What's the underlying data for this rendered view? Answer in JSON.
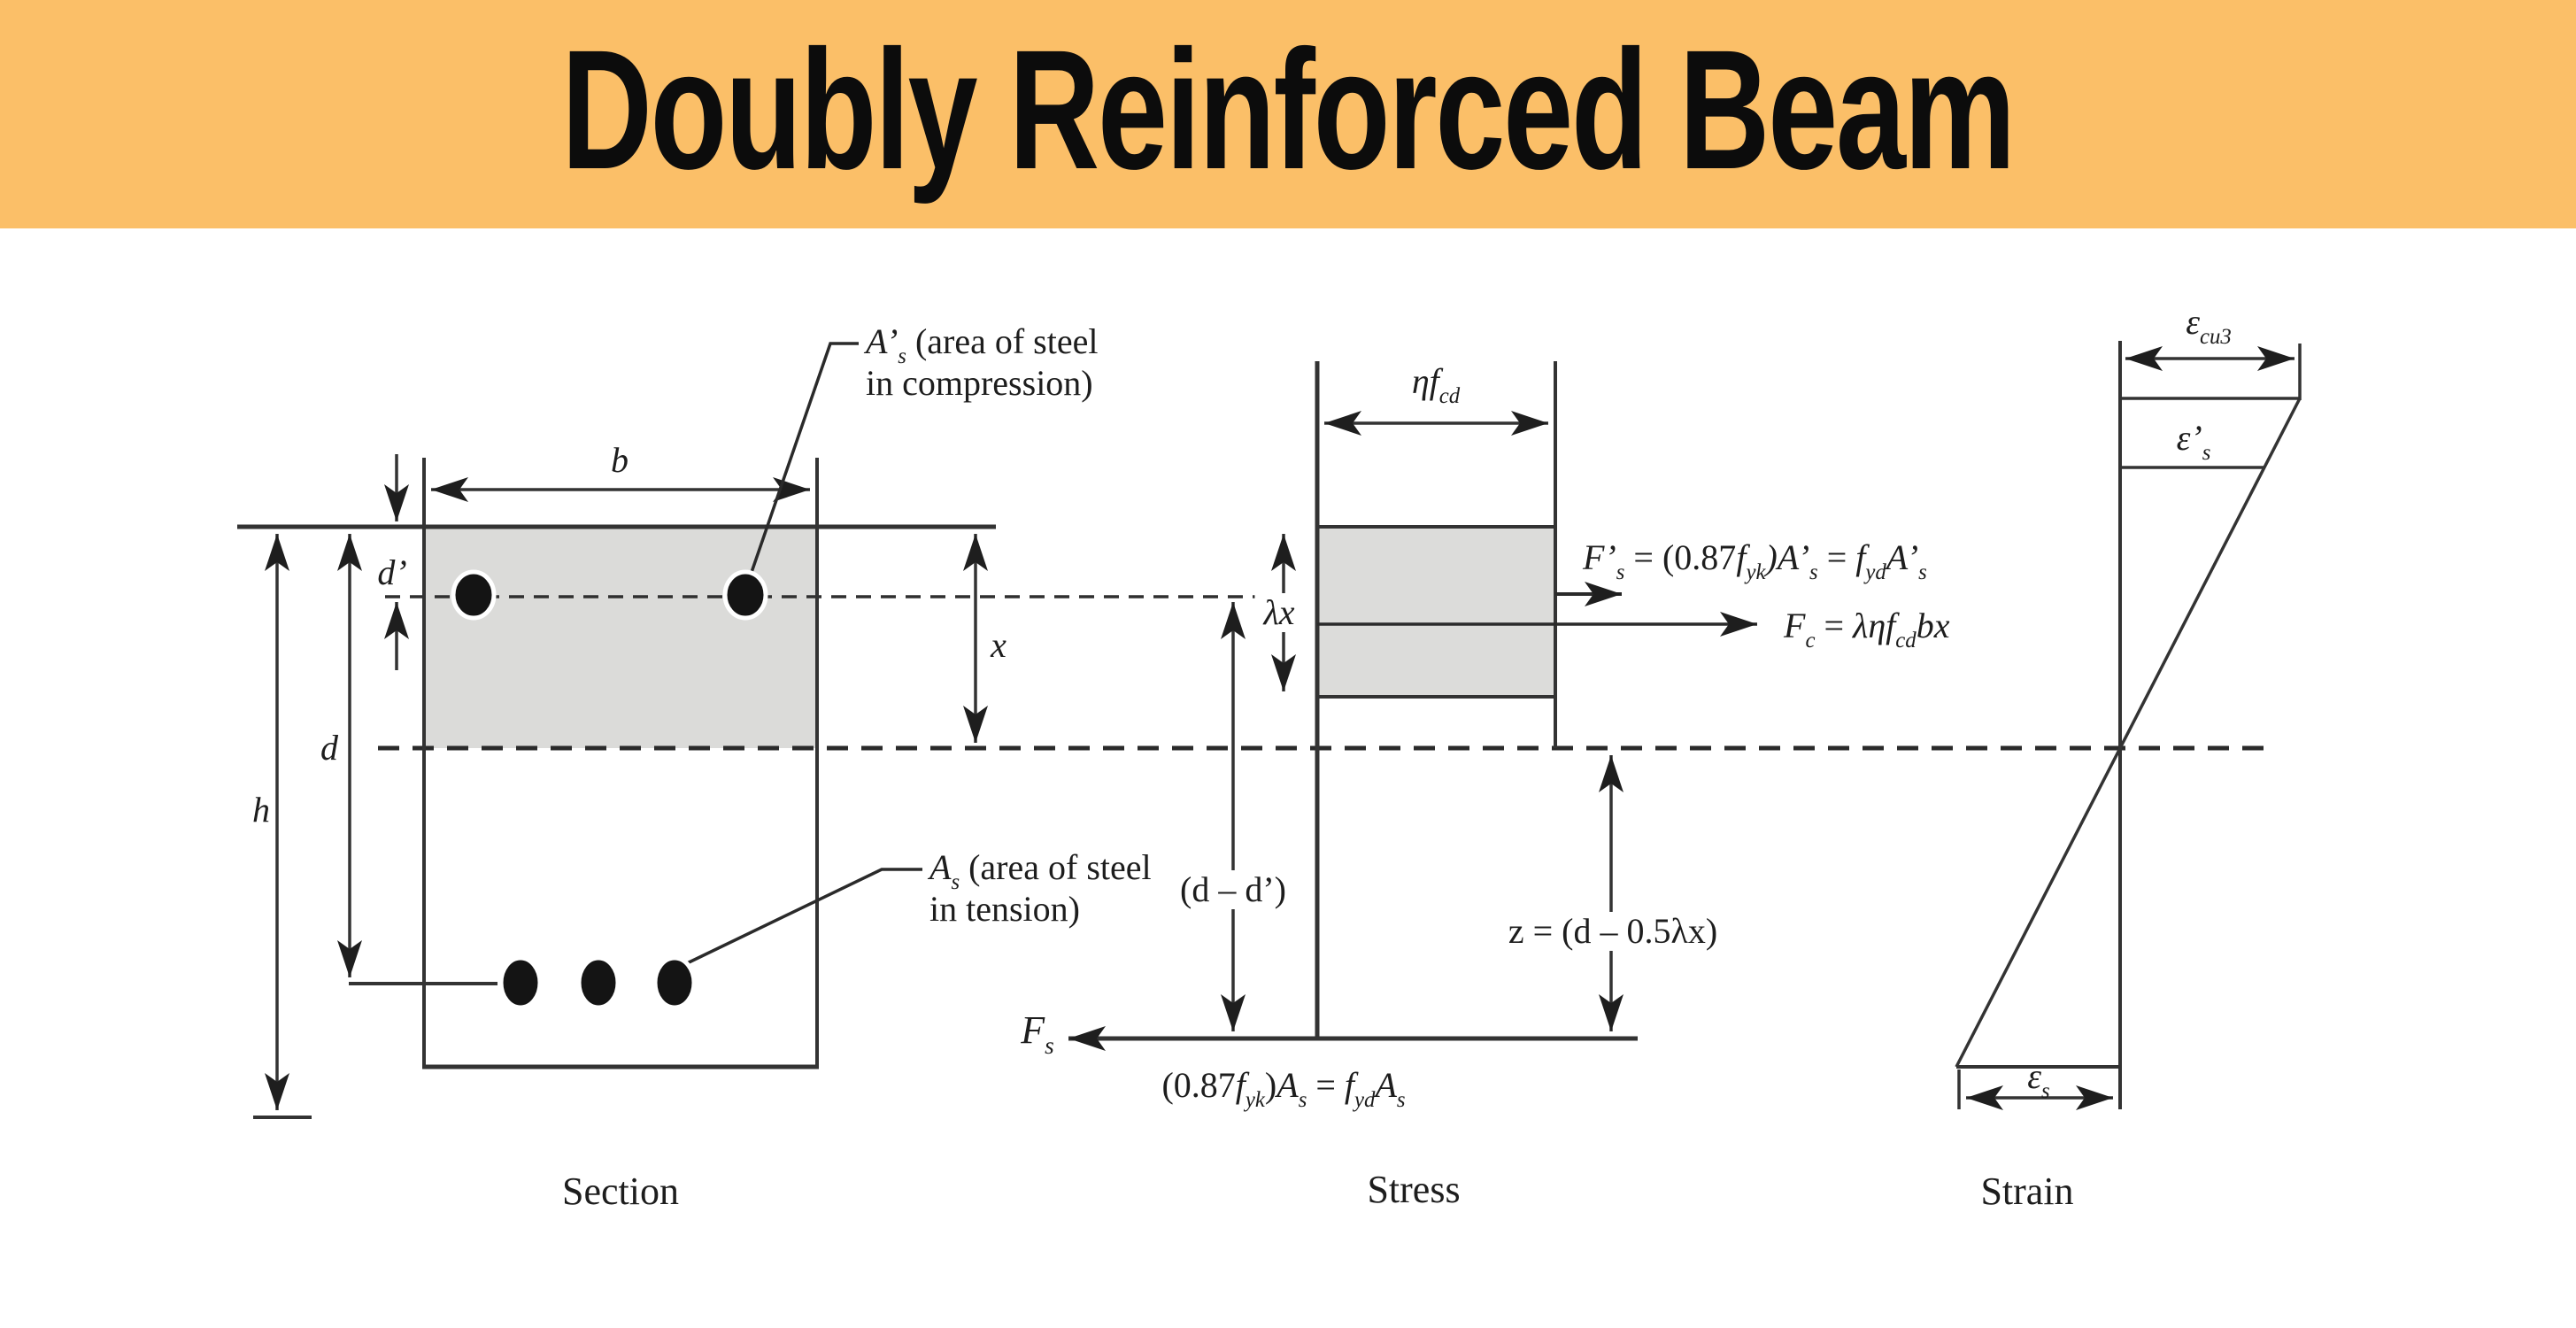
{
  "title": "Doubly Reinforced Beam",
  "colors": {
    "banner": "#fbbf68",
    "ink": "#333333",
    "shade": "#dbdbd9"
  },
  "section": {
    "caption": "Section",
    "dim_b": "b",
    "dim_h": "h",
    "dim_d": "d",
    "dim_d_prime": "d’",
    "dim_x": "x",
    "compression_steel_label": {
      "sym": "A’",
      "sub": "s",
      "rest": " (area of steel",
      "line2": "in compression)"
    },
    "tension_steel_label": {
      "sym": "A",
      "sub": "s",
      "rest": " (area of steel",
      "line2": "in tension)"
    }
  },
  "stress": {
    "caption": "Stress",
    "top_stress_dim": {
      "base": "ηf",
      "sub": "cd"
    },
    "block_depth_dim": "λx",
    "comp_force_eq": [
      "F’",
      "s",
      " = (0.87",
      "f",
      "yk",
      ")A’",
      "s",
      " = ",
      "f",
      "yd",
      "A’",
      "s"
    ],
    "conc_force_eq": [
      "F",
      "c",
      " = ",
      "ληf",
      "cd",
      "bx"
    ],
    "lever_dd_dim": "(d – d’)",
    "lever_z_dim": "z = (d – 0.5λx)",
    "tension_force_label": {
      "base": "F",
      "sub": "s"
    },
    "tension_force_eq": [
      "(0.87",
      "f",
      "yk",
      ")",
      "A",
      "s",
      " = ",
      "f",
      "yd",
      "A",
      "s"
    ]
  },
  "strain": {
    "caption": "Strain",
    "eps_cu3": {
      "base": "ε",
      "sub": "cu3"
    },
    "eps_s_prime": {
      "base": "ε’",
      "sub": "s"
    },
    "eps_s": {
      "base": "ε",
      "sub": "s"
    }
  }
}
